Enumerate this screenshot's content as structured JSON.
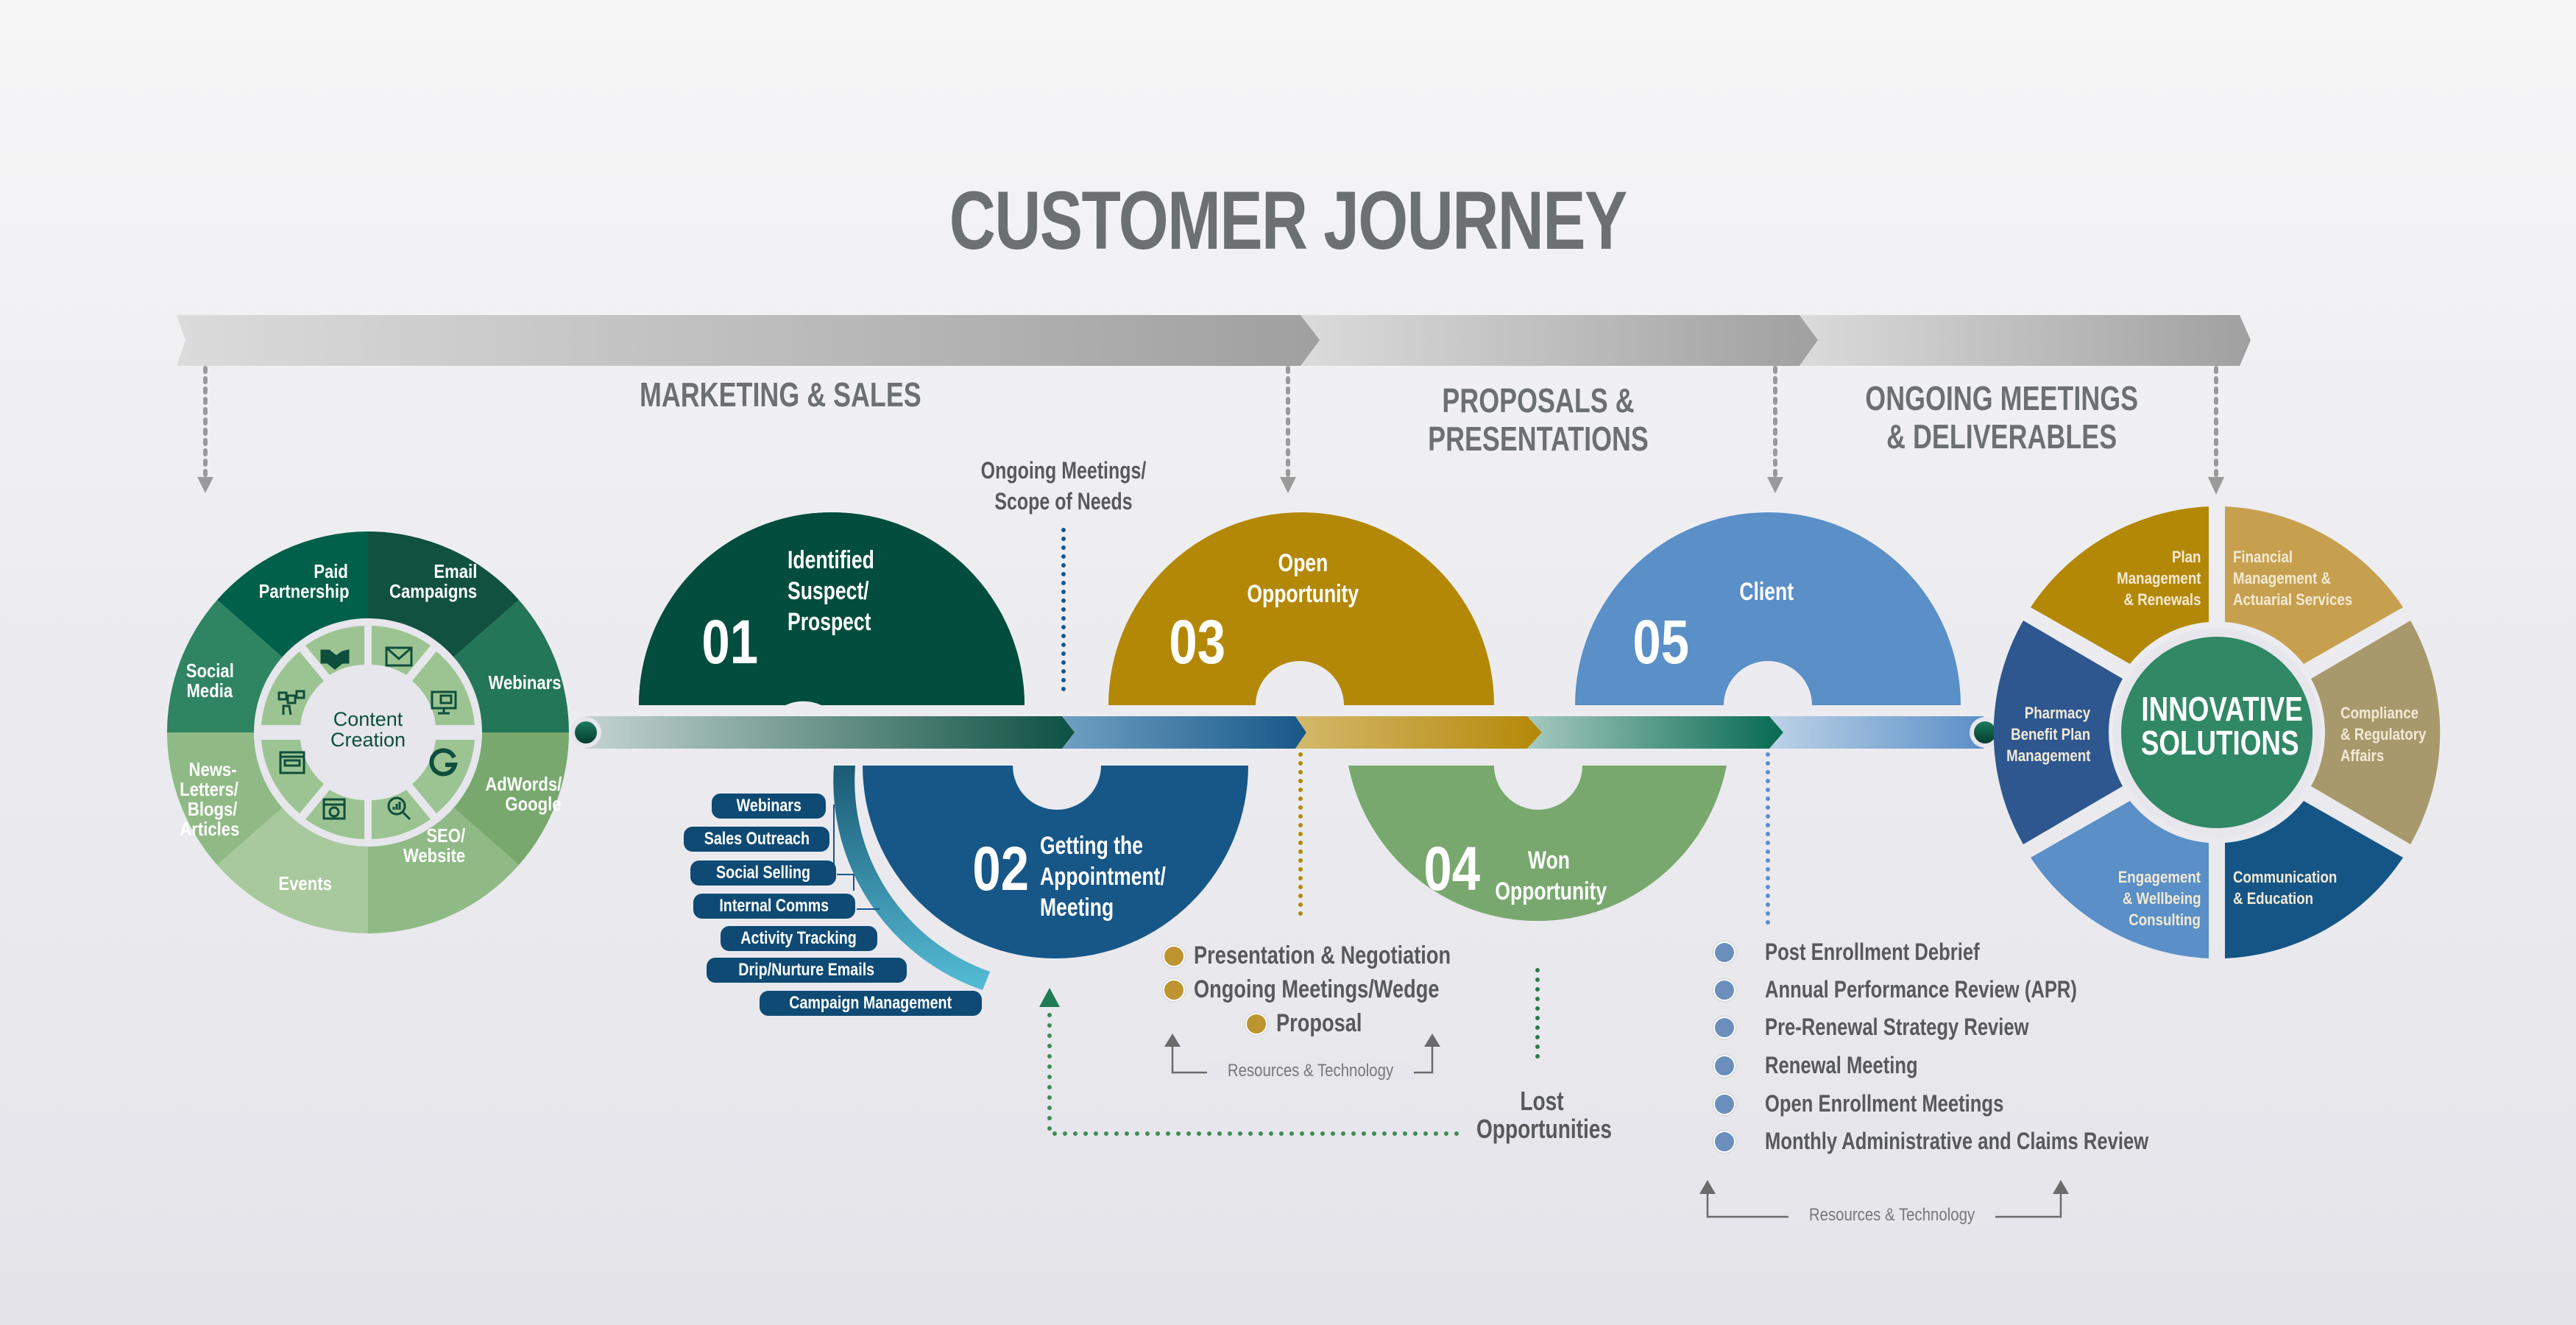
{
  "title": "CUSTOMER JOURNEY",
  "phases": [
    {
      "label": "MARKETING & SALES"
    },
    {
      "label": "PROPOSALS & PRESENTATIONS"
    },
    {
      "label_line1": "ONGOING MEETINGS",
      "label_line2": "& DELIVERABLES"
    }
  ],
  "colors": {
    "dark_green": "#024d3d",
    "blue": "#175788",
    "gold": "#b48807",
    "light_green": "#78a86e",
    "light_blue": "#5a8fc7",
    "gray_text": "#6d7070",
    "dark_text": "#58595b"
  },
  "content_wheel": {
    "center_line1": "Content",
    "center_line2": "Creation",
    "segments": [
      {
        "label_line1": "Paid",
        "label_line2": "Partnership",
        "icon": "handshake-icon"
      },
      {
        "label_line1": "Email",
        "label_line2": "Campaigns",
        "icon": "envelope-icon"
      },
      {
        "label_line1": "Webinars",
        "icon": "presentation-screen-icon"
      },
      {
        "label_line1": "AdWords/",
        "label_line2": "Google",
        "icon": "google-g-icon"
      },
      {
        "label_line1": "SEO/",
        "label_line2": "Website",
        "icon": "search-chart-icon"
      },
      {
        "label_line1": "Events",
        "icon": "calendar-icon"
      },
      {
        "label_line1": "News-",
        "label_line2": "Letters/",
        "label_line3": "Blogs/",
        "label_line4": "Articles",
        "icon": "browser-window-icon"
      },
      {
        "label_line1": "Social",
        "label_line2": "Media",
        "icon": "social-media-hand-icon"
      }
    ]
  },
  "ongoing_note": {
    "line1": "Ongoing Meetings/",
    "line2": "Scope of Needs"
  },
  "stages": [
    {
      "number": "01",
      "title_line1": "Identified",
      "title_line2": "Suspect/",
      "title_line3": "Prospect"
    },
    {
      "number": "02",
      "title_line1": "Getting the",
      "title_line2": "Appointment/",
      "title_line3": "Meeting"
    },
    {
      "number": "03",
      "title_line1": "Open",
      "title_line2": "Opportunity"
    },
    {
      "number": "04",
      "title_line1": "Won",
      "title_line2": "Opportunity"
    },
    {
      "number": "05",
      "title_line1": "Client"
    }
  ],
  "sales_activities": [
    "Webinars",
    "Sales Outreach",
    "Social Selling",
    "Internal Comms",
    "Activity Tracking",
    "Drip/Nurture Emails",
    "Campaign Management"
  ],
  "proposal_items": [
    "Presentation & Negotiation",
    "Ongoing Meetings/Wedge",
    "Proposal"
  ],
  "resources_label": "Resources & Technology",
  "lost_opportunities": {
    "line1": "Lost",
    "line2": "Opportunities"
  },
  "client_items": [
    "Post Enrollment Debrief",
    "Annual Performance Review (APR)",
    "Pre-Renewal Strategy Review",
    "Renewal Meeting",
    "Open Enrollment Meetings",
    "Monthly Administrative and Claims Review"
  ],
  "solutions_wheel": {
    "center_line1": "INNOVATIVE",
    "center_line2": "SOLUTIONS",
    "segments": [
      {
        "line1": "Plan",
        "line2": "Management",
        "line3": "& Renewals",
        "color": "#b48807"
      },
      {
        "line1": "Financial",
        "line2": "Management &",
        "line3": "Actuarial Services",
        "color": "#c7a04f"
      },
      {
        "line1": "Compliance",
        "line2": "& Regulatory",
        "line3": "Affairs",
        "color": "#a8996d"
      },
      {
        "line1": "Communication",
        "line2": "& Education",
        "color": "#155586"
      },
      {
        "line1": "Engagement",
        "line2": "& Wellbeing",
        "line3": "Consulting",
        "color": "#5a8fc7"
      },
      {
        "line1": "Pharmacy",
        "line2": "Benefit Plan",
        "line3": "Management",
        "color": "#2e5790"
      }
    ]
  }
}
